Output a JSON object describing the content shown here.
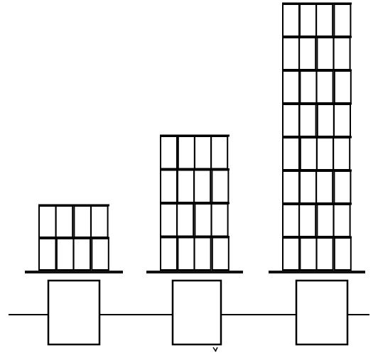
{
  "colors": {
    "line": "#000000",
    "background": "#ffffff"
  },
  "stacks": [
    {
      "rows": 2,
      "columns": 4
    },
    {
      "rows": 4,
      "columns": 4
    },
    {
      "rows": 8,
      "columns": 4
    }
  ],
  "boxes_on_line": 3
}
